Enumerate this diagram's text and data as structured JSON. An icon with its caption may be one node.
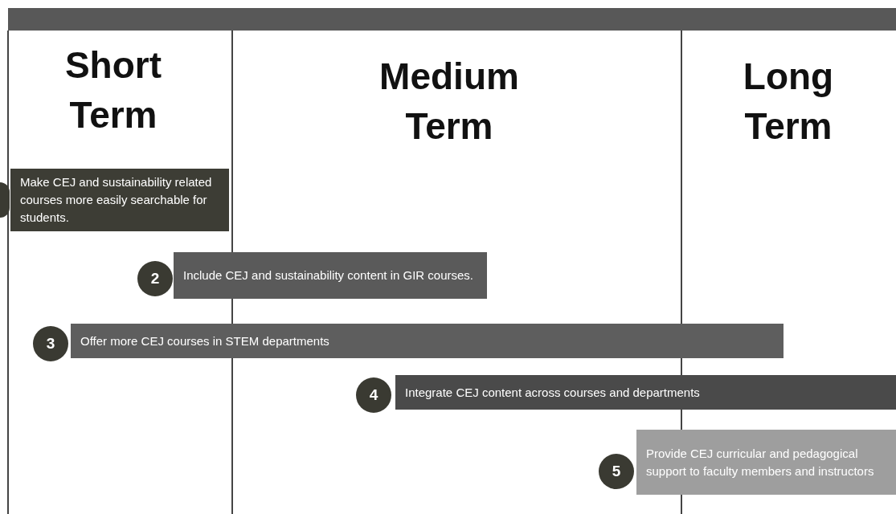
{
  "diagram": {
    "nodes": [
      {
        "text": [
          "Short Term"
        ]
      },
      {
        "text": [
          "Medium Term"
        ]
      },
      {
        "text": [
          "Long Term"
        ]
      },
      {
        "text": [],
        "shape": "circle"
      },
      {
        "text": [
          "Make CEJ and sustainability related courses more easily searchable for students."
        ]
      },
      {
        "text": [
          "2"
        ]
      },
      {
        "text": [
          "Include CEJ and sustainability content in GIR courses."
        ]
      },
      {
        "text": [
          "3"
        ]
      },
      {
        "text": [
          "Offer more CEJ courses in STEM departments"
        ]
      },
      {
        "text": [
          "4"
        ]
      },
      {
        "text": [
          "Integrate CEJ content across courses and departments"
        ]
      },
      {
        "text": [
          "5"
        ]
      },
      {
        "text": [
          "Provide CEJ curricular and pedagogical support to faculty members and instructors"
        ]
      }
    ],
    "edges": []
  }
}
